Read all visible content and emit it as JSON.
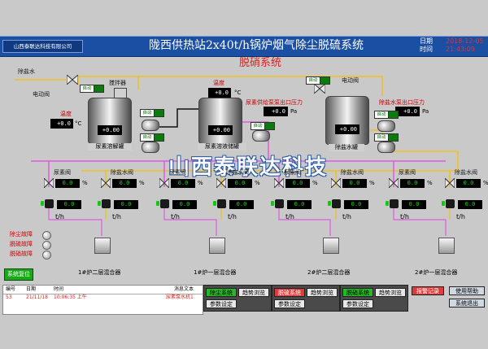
{
  "header": {
    "company": "山西泰联达科技有限公司",
    "title": "陇西供热站2x40t/h锅炉烟气除尘脱硫系统",
    "date_label": "日期",
    "date_value": "2018-12-05",
    "time_label": "时间",
    "time_value": "21:43:09"
  },
  "subtitle": "脱硝系统",
  "process": {
    "demin_water_label": "除盐水",
    "valve_label": "电动阀",
    "valve_label_2": "电动阀",
    "agitator_label": "搅拌器",
    "temp_label_1": "温度",
    "temp_value_1": "+0.0",
    "temp_unit_1": "°C",
    "temp_label_2": "温度",
    "temp_value_2": "+0.0",
    "temp_unit_2": "°C",
    "tank1_value": "+0.00",
    "tank1_label": "尿素溶解罐",
    "tank2_value": "+0.00",
    "tank2_label": "尿素溶液储罐",
    "tank3_value": "+0.00",
    "tank3_label": "除盐水罐",
    "urea_pump_pressure_label": "尿素供给泵泵出口压力",
    "urea_pump_pressure_value": "+0.0",
    "urea_pump_pressure_unit": "Pa",
    "demin_pump_pressure_label": "除盐水泵出口压力",
    "demin_pump_pressure_value": "+0.0",
    "demin_pump_pressure_unit": "Pa",
    "auto_label": "自动",
    "watermark": "山西泰联达科技"
  },
  "branches": [
    {
      "valve_label": "尿素阀",
      "valve_value": "0.0",
      "valve_unit": "%",
      "flow_value": "0.0",
      "flow_unit": "t/h"
    },
    {
      "valve_label": "除盐水阀",
      "valve_value": "0.0",
      "valve_unit": "%",
      "flow_value": "0.0",
      "flow_unit": "t/h"
    },
    {
      "valve_label": "尿素阀",
      "valve_value": "0.0",
      "valve_unit": "%",
      "flow_value": "0.0",
      "flow_unit": "t/h"
    },
    {
      "valve_label": "除盐水阀",
      "valve_value": "0.0",
      "valve_unit": "%",
      "flow_value": "0.0",
      "flow_unit": "t/h"
    },
    {
      "valve_label": "尿素阀",
      "valve_value": "0.0",
      "valve_unit": "%",
      "flow_value": "0.0",
      "flow_unit": "t/h"
    },
    {
      "valve_label": "除盐水阀",
      "valve_value": "0.0",
      "valve_unit": "%",
      "flow_value": "0.0",
      "flow_unit": "t/h"
    },
    {
      "valve_label": "尿素阀",
      "valve_value": "0.0",
      "valve_unit": "%",
      "flow_value": "0.0",
      "flow_unit": "t/h"
    },
    {
      "valve_label": "除盐水阀",
      "valve_value": "0.0",
      "valve_unit": "%",
      "flow_value": "0.0",
      "flow_unit": "t/h"
    }
  ],
  "mixers": [
    "1#炉二层混合器",
    "1#炉一层混合器",
    "2#炉二层混合器",
    "2#炉一层混合器"
  ],
  "alarms": [
    "除尘故障",
    "脱硫故障",
    "脱硝故障"
  ],
  "reset_label": "系统复位",
  "message_table": {
    "headers": [
      "编号",
      "日期",
      "时间",
      "消息文本"
    ],
    "row": [
      "53",
      "21/11/18",
      "10:06:35 上午",
      "尿素泵水机1"
    ]
  },
  "nav": {
    "dust_system": "除尘系统",
    "dust_trend": "趋势浏览",
    "dust_params": "参数设定",
    "desulf_system": "脱硫系统",
    "desulf_trend": "趋势浏览",
    "desulf_params": "参数设定",
    "denox_system": "脱硝系统",
    "denox_trend": "趋势浏览",
    "denox_params": "参数设定",
    "alarm_record": "报警记录",
    "help": "使用帮助",
    "exit": "系统退出"
  },
  "colors": {
    "header_bg": "#1b4fa3",
    "alarm_text": "#cc0000",
    "nav_active": "#26b826",
    "nav_alarm": "#e23a3a",
    "pipe_urea": "#e05ae0",
    "pipe_water": "#f0c020"
  }
}
